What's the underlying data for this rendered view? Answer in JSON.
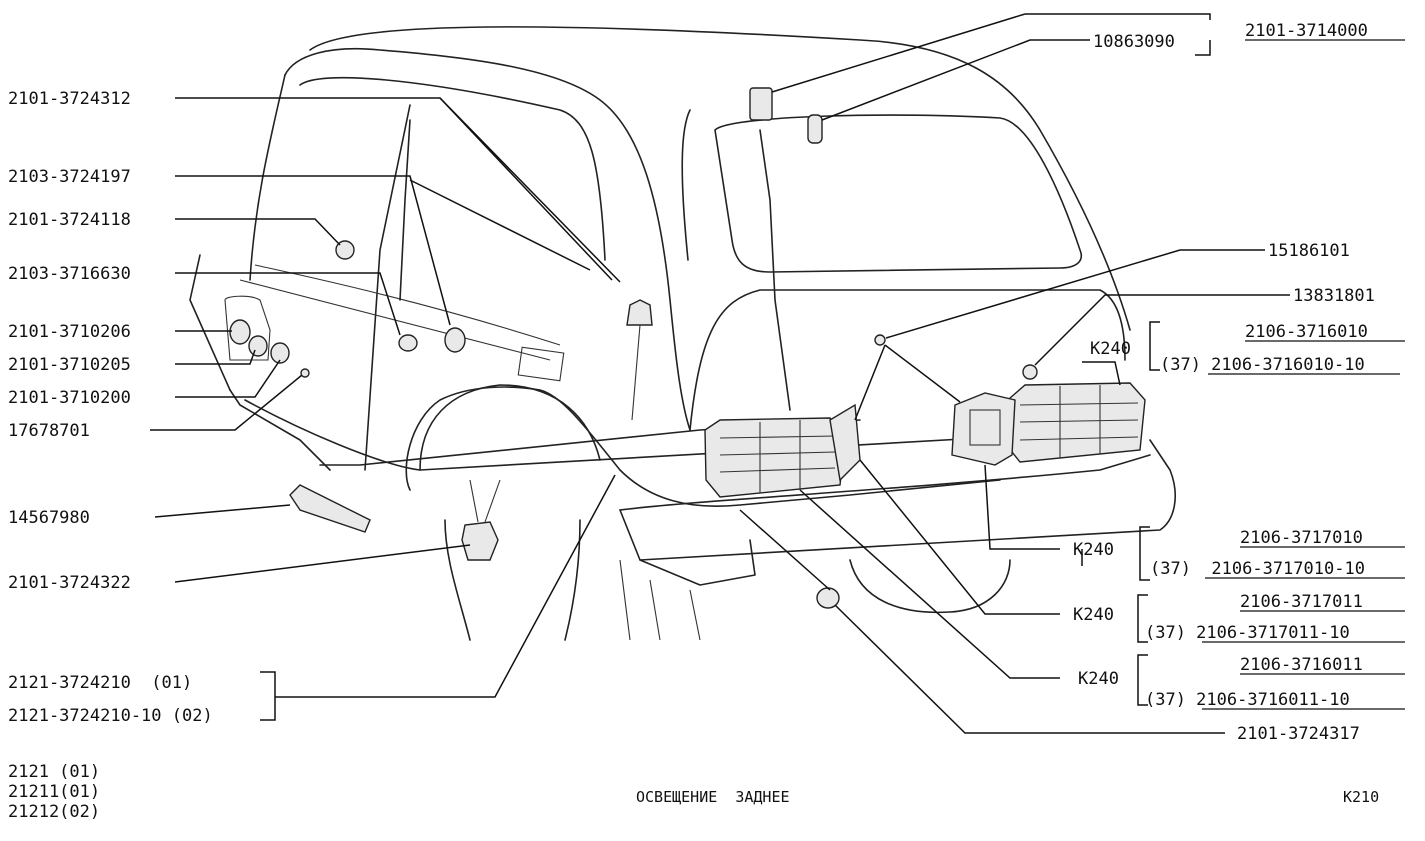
{
  "labels_left": {
    "l1": "2101-3724312",
    "l2": "2103-3724197",
    "l3": "2101-3724118",
    "l4": "2103-3716630",
    "l5": "2101-3710206",
    "l6": "2101-3710205",
    "l7": "2101-3710200",
    "l8": "17678701",
    "l9": "14567980",
    "l10": "2101-3724322",
    "l11": "2121-3724210  (01)",
    "l12": "2121-3724210-10 (02)"
  },
  "labels_right": {
    "top_group": "2101-3714000",
    "top_part": "10863090",
    "r1": "15186101",
    "r2": "13831801",
    "k1": "K240",
    "k1a": "2106-3716010",
    "k1b": "(37) 2106-3716010-10",
    "k2": "K240",
    "k2a": "2106-3717010",
    "k2b": "(37)  2106-3717010-10",
    "k3": "K240",
    "k3a": "2106-3717011",
    "k3b": "(37) 2106-3717011-10",
    "k4": "K240",
    "k4a": "2106-3716011",
    "k4b": "(37) 2106-3716011-10",
    "bottom_right": "2101-3724317"
  },
  "models": {
    "m1": "2121 (01)",
    "m2": "21211(01)",
    "m3": "21212(02)"
  },
  "title": "ОСВЕЩЕНИЕ  ЗАДНЕЕ",
  "page_code": "K210"
}
